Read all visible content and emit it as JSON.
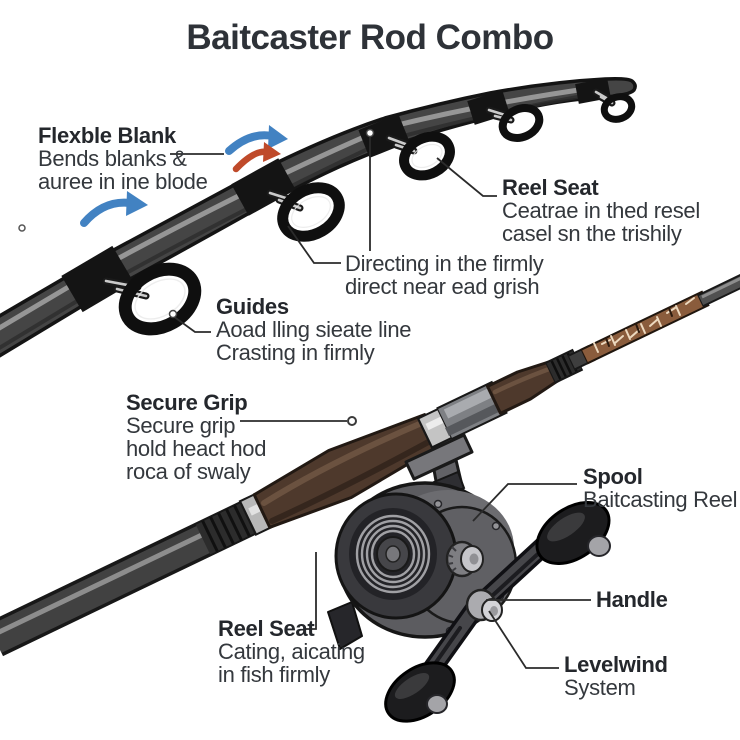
{
  "title": "Baitcaster Rod Combo",
  "labels": {
    "flexible_blank": {
      "heading": "Flexble Blank",
      "line1": "Bends blanks &",
      "line2": "auree in ine blode"
    },
    "reel_seat_top": {
      "heading": "Reel Seat",
      "line1": "Ceatrae in thed resel",
      "line2": "casel sn the trishily"
    },
    "directing": {
      "line1": "Directing in the firmly",
      "line2": "direct near ead grish"
    },
    "guides": {
      "heading": "Guides",
      "line1": "Aoad lling sieate line",
      "line2": "Crasting in firmly"
    },
    "secure_grip": {
      "heading": "Secure Grip",
      "line1": "Secure grip",
      "line2": "hold heact hod",
      "line3": "roca of swaly"
    },
    "spool": {
      "heading": "Spool",
      "line1": "Baitcasting Reel"
    },
    "handle": {
      "heading": "Handle"
    },
    "reel_seat_bottom": {
      "heading": "Reel Seat",
      "line1": "Cating, aicating",
      "line2": "in fish firmly"
    },
    "levelwind": {
      "heading": "Levelwind",
      "suffix": " System"
    }
  },
  "colors": {
    "arrow_blue": "#4282c2",
    "arrow_red": "#bf4a2a",
    "leader_line": "#2b2b2b",
    "rod_dark": "#454545",
    "grip_brown": "#4e392c",
    "wrap_brown": "#8a5c3c",
    "reel_gray": "#5c5c60",
    "text_dark": "#24272c"
  }
}
